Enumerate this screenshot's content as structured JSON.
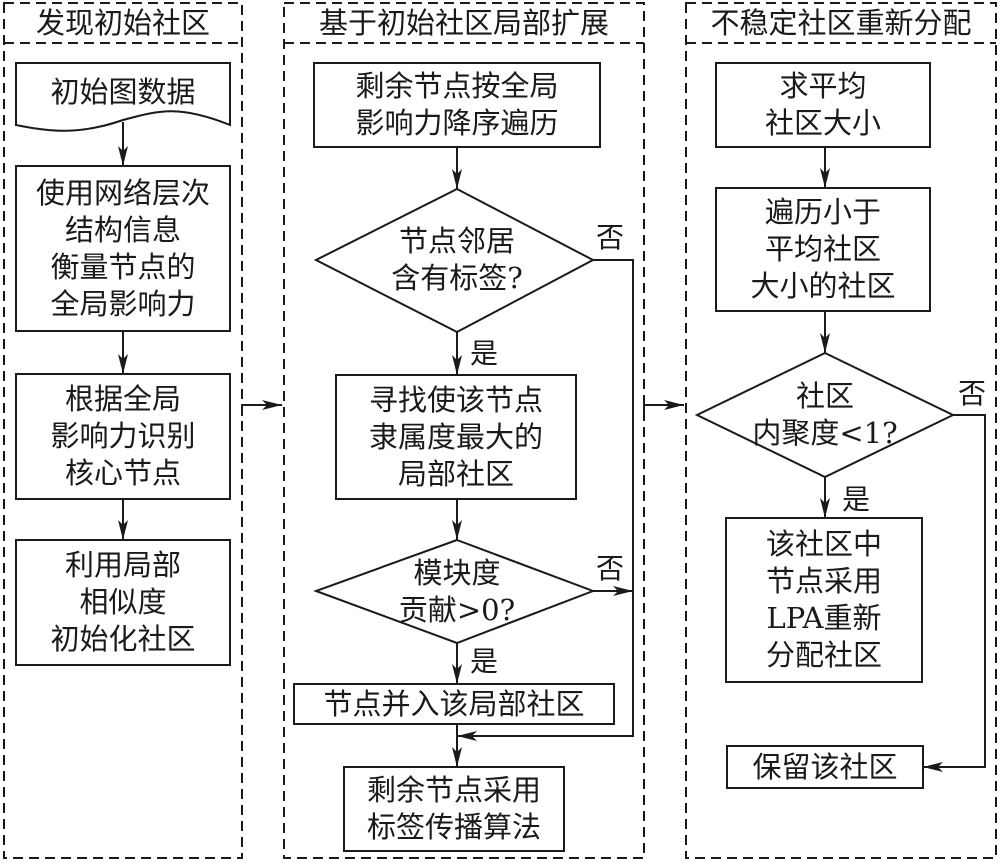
{
  "lanes": [
    {
      "title": "发现初始社区"
    },
    {
      "title": "基于初始社区局部扩展"
    },
    {
      "title": "不稳定社区重新分配"
    }
  ],
  "lane1": {
    "data_node": "初始图数据",
    "step1": "使用网络层次\n结构信息\n衡量节点的\n全局影响力",
    "step2": "根据全局\n影响力识别\n核心节点",
    "step3": "利用局部\n相似度\n初始化社区"
  },
  "lane2": {
    "step1": "剩余节点按全局\n影响力降序遍历",
    "decision1": "节点邻居\n含有标签?",
    "step2": "寻找使该节点\n隶属度最大的\n局部社区",
    "decision2": "模块度\n贡献>0?",
    "step3": "节点并入该局部社区",
    "step4": "剩余节点采用\n标签传播算法"
  },
  "lane3": {
    "step1": "求平均\n社区大小",
    "step2": "遍历小于\n平均社区\n大小的社区",
    "decision1": "社区\n内聚度<1?",
    "step3": "该社区中\n节点采用\nLPA重新\n分配社区",
    "step4": "保留该社区"
  },
  "branch_labels": {
    "yes": "是",
    "no": "否"
  }
}
